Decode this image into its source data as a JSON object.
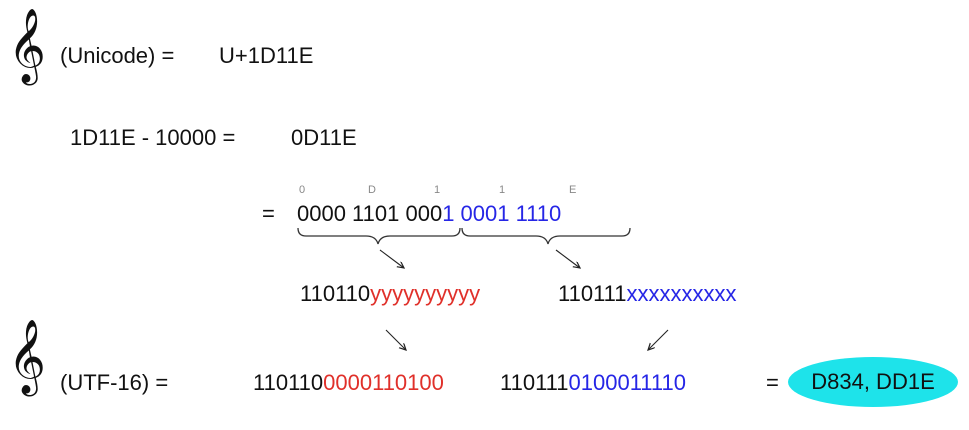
{
  "row1": {
    "symbol": "𝄞",
    "label": "(Unicode) =",
    "value": "U+1D11E"
  },
  "row2": {
    "expression": "1D11E - 10000 =",
    "result": "0D11E"
  },
  "row3": {
    "equals": "=",
    "hex_hints": [
      "0",
      "D",
      "1",
      "1",
      "E"
    ],
    "bits_black": "0000 1101 000",
    "bits_blue": "1 0001 1110"
  },
  "row4": {
    "high_prefix": "110110",
    "high_pattern": "yyyyyyyyyy",
    "low_prefix": "110111",
    "low_pattern": "xxxxxxxxxx"
  },
  "row5": {
    "symbol": "𝄞",
    "label": "(UTF-16) =",
    "high_prefix": "110110",
    "high_bits": "0000110100",
    "low_prefix": "110111",
    "low_bits": "0100011110",
    "equals": "=",
    "result": "D834, DD1E"
  },
  "colors": {
    "red": "#e0302a",
    "blue": "#2626e6",
    "oval": "#1ee3ea"
  }
}
